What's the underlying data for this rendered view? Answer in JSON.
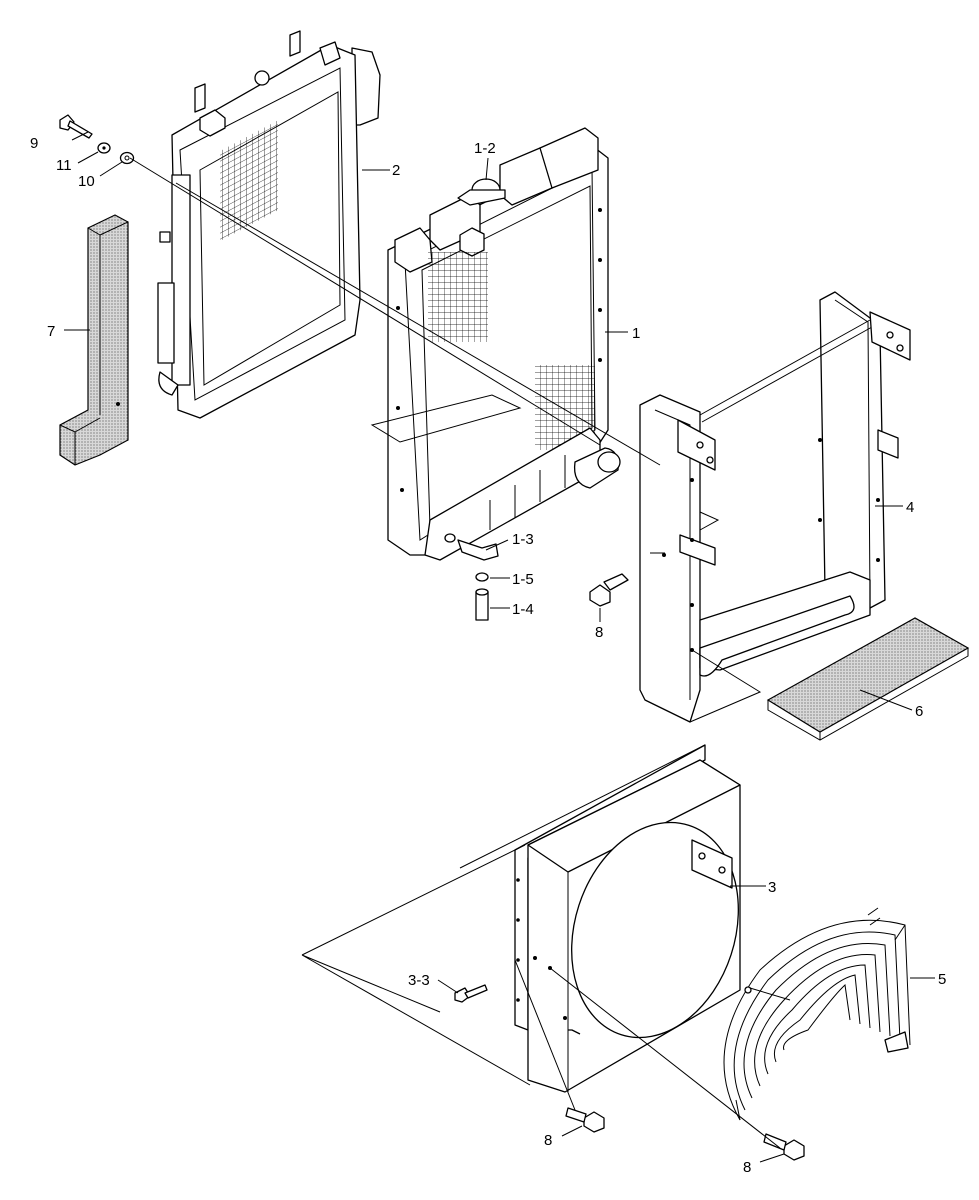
{
  "labels": {
    "p1": "1",
    "p1_2": "1-2",
    "p1_3": "1-3",
    "p1_4": "1-4",
    "p1_5": "1-5",
    "p2": "2",
    "p3": "3",
    "p3_3": "3-3",
    "p4": "4",
    "p5": "5",
    "p6": "6",
    "p7": "7",
    "p8a": "8",
    "p8b": "8",
    "p8c": "8",
    "p9": "9",
    "p10": "10",
    "p11": "11"
  }
}
